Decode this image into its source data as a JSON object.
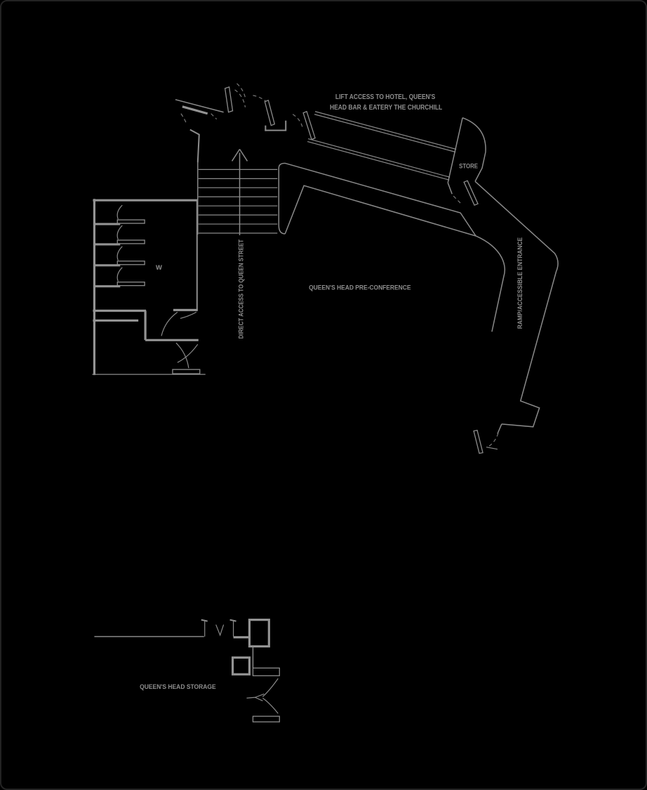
{
  "page": {
    "type": "architectural-floor-plan",
    "background": "#000000"
  },
  "colors": {
    "line": "#8d8d8d",
    "text": "#8d8d8d",
    "dashed": "#787878",
    "border": "#232323"
  },
  "labels": {
    "lift_access_line1": "LIFT ACCESS TO HOTEL, QUEEN'S",
    "lift_access_line2": "HEAD BAR & EATERY  THE CHURCHILL",
    "store": "STORE",
    "pre_conference": "QUEEN'S HEAD PRE-CONFERENCE",
    "direct_access": "DIRECT ACCESS TO QUEEN STREET",
    "ramp_entrance": "RAMP/ACCESSIBLE ENTRANCE",
    "storage": "QUEEN'S HEAD STORAGE",
    "wc": "W"
  }
}
